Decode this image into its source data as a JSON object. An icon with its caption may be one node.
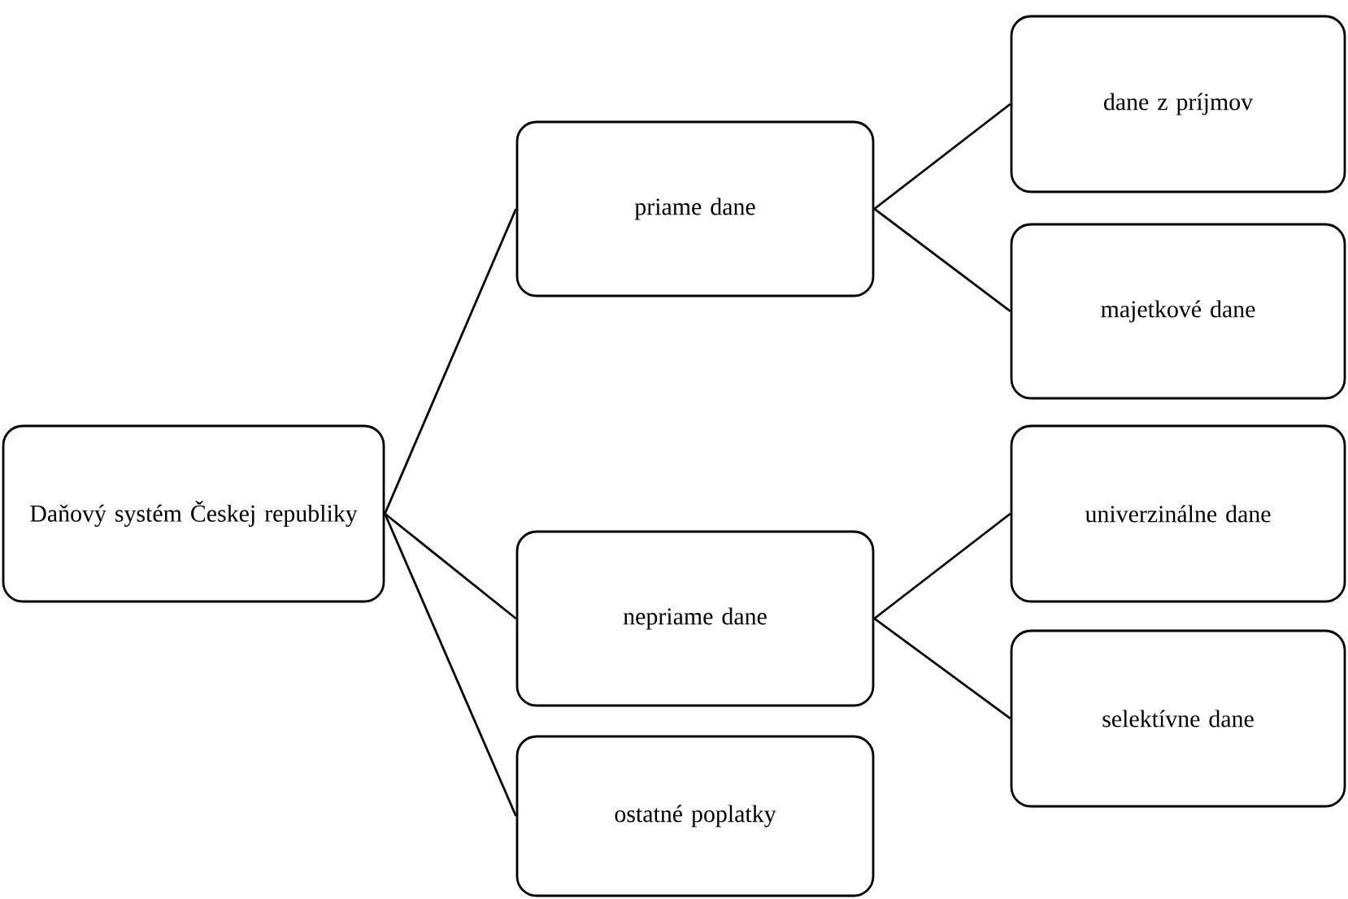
{
  "diagram": {
    "nodes": [
      {
        "text": [
          "Daňový systém Českej republiky"
        ]
      },
      {
        "text": [
          "priame dane"
        ]
      },
      {
        "text": [
          "nepriame dane"
        ]
      },
      {
        "text": [
          "ostatné poplatky"
        ]
      },
      {
        "text": [
          "dane z príjmov"
        ]
      },
      {
        "text": [
          "majetkové dane"
        ]
      },
      {
        "text": [
          "univerzinálne dane"
        ]
      },
      {
        "text": [
          "selektívne dane"
        ]
      }
    ],
    "edges": [
      {
        "from": 0,
        "to": 1,
        "arrow": "none"
      },
      {
        "from": 0,
        "to": 2,
        "arrow": "none"
      },
      {
        "from": 0,
        "to": 3,
        "arrow": "none"
      },
      {
        "from": 1,
        "to": 4,
        "arrow": "none"
      },
      {
        "from": 1,
        "to": 5,
        "arrow": "none"
      },
      {
        "from": 2,
        "to": 6,
        "arrow": "none"
      },
      {
        "from": 2,
        "to": 7,
        "arrow": "none"
      }
    ]
  }
}
